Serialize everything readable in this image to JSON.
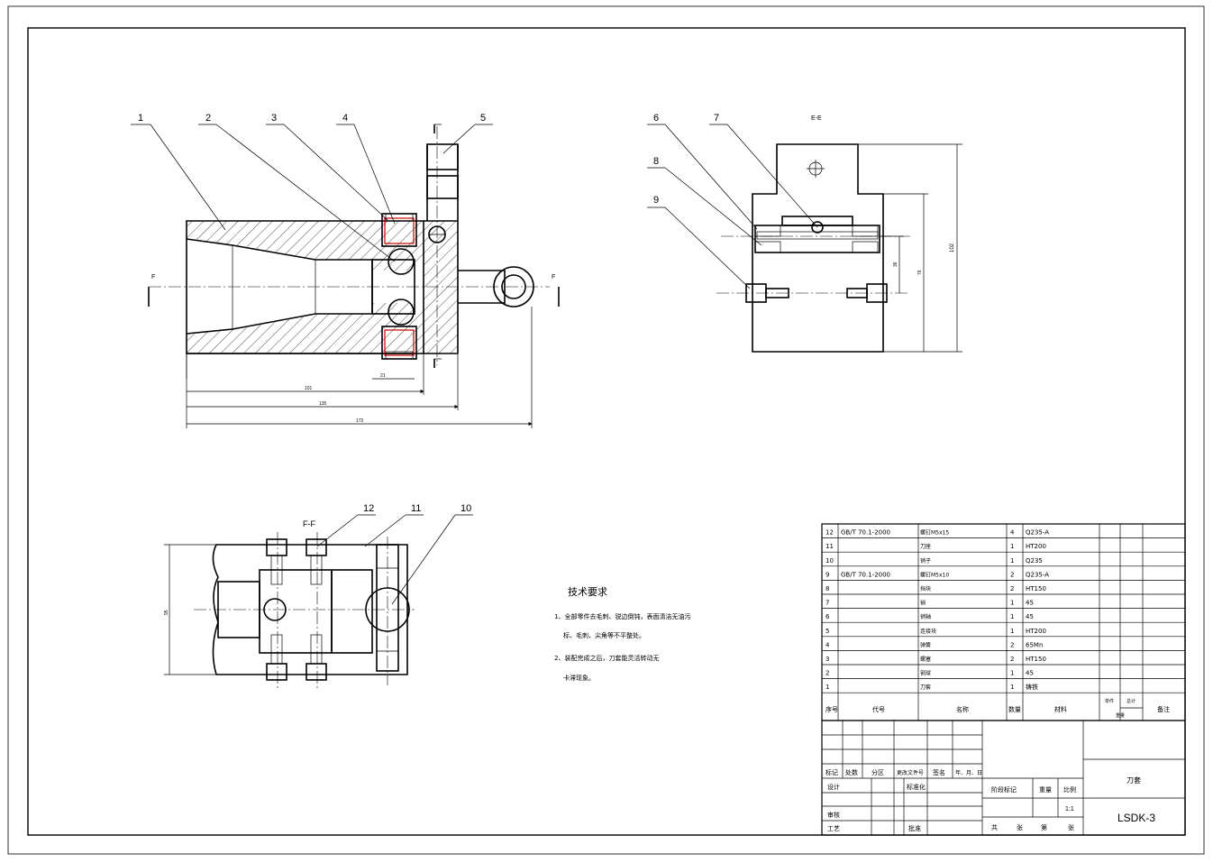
{
  "views": {
    "section_e": "E-E",
    "section_f": "F-F",
    "cut_label_f": "F"
  },
  "balloons": [
    "1",
    "2",
    "3",
    "4",
    "5",
    "6",
    "7",
    "8",
    "9",
    "10",
    "11",
    "12"
  ],
  "dimensions": {
    "d_101": "101",
    "d_135": "135",
    "d_172": "172",
    "d_21": "21",
    "d_102": "102",
    "d_76": "76",
    "d_36": "36",
    "d_95": "95"
  },
  "tech_requirements": {
    "title": "技术要求",
    "lines": [
      "1、全部零件去毛刺、锐边倒钝，表面清洁无油污",
      "标、毛刺、尖角等不平整处。",
      "2、装配完成之后，刀套能灵活转动无",
      "卡滞现象。"
    ]
  },
  "bom": {
    "rows": [
      {
        "no": "12",
        "code": "GB/T 70.1-2000",
        "name": "螺钉M5x15",
        "qty": "4",
        "material": "Q235-A"
      },
      {
        "no": "11",
        "code": "",
        "name": "刀座",
        "qty": "1",
        "material": "HT200"
      },
      {
        "no": "10",
        "code": "",
        "name": "销子",
        "qty": "1",
        "material": "Q235"
      },
      {
        "no": "9",
        "code": "GB/T 70.1-2000",
        "name": "螺钉M5x10",
        "qty": "2",
        "material": "Q235-A"
      },
      {
        "no": "8",
        "code": "",
        "name": "挡块",
        "qty": "2",
        "material": "HT150"
      },
      {
        "no": "7",
        "code": "",
        "name": "销",
        "qty": "1",
        "material": "45"
      },
      {
        "no": "6",
        "code": "",
        "name": "销轴",
        "qty": "1",
        "material": "45"
      },
      {
        "no": "5",
        "code": "",
        "name": "连接块",
        "qty": "1",
        "material": "HT200"
      },
      {
        "no": "4",
        "code": "",
        "name": "弹簧",
        "qty": "2",
        "material": "65Mn"
      },
      {
        "no": "3",
        "code": "",
        "name": "螺塞",
        "qty": "2",
        "material": "HT150"
      },
      {
        "no": "2",
        "code": "",
        "name": "钢球",
        "qty": "1",
        "material": "45"
      },
      {
        "no": "1",
        "code": "",
        "name": "刀套",
        "qty": "1",
        "material": "铸铁"
      }
    ],
    "header": {
      "no": "序号",
      "code": "代号",
      "name": "名称",
      "qty": "数量",
      "material": "材料",
      "unit": "单件",
      "total": "总计",
      "weight": "重量",
      "remark": "备注"
    }
  },
  "title_block": {
    "mark": "标记",
    "count": "处数",
    "zone": "分区",
    "doc_no": "更改文件号",
    "sign": "签名",
    "date": "年、月、日",
    "design": "设计",
    "std": "标准化",
    "check": "审核",
    "process": "工艺",
    "approve": "批准",
    "stage_mark": "阶段标记",
    "weight": "重量",
    "scale": "比例",
    "scale_value": "1:1",
    "sheets_total": "共",
    "sheets_unit": "张",
    "sheet_no": "第",
    "sheet_unit": "张",
    "part_name": "刀套",
    "drawing_no": "LSDK-3"
  }
}
